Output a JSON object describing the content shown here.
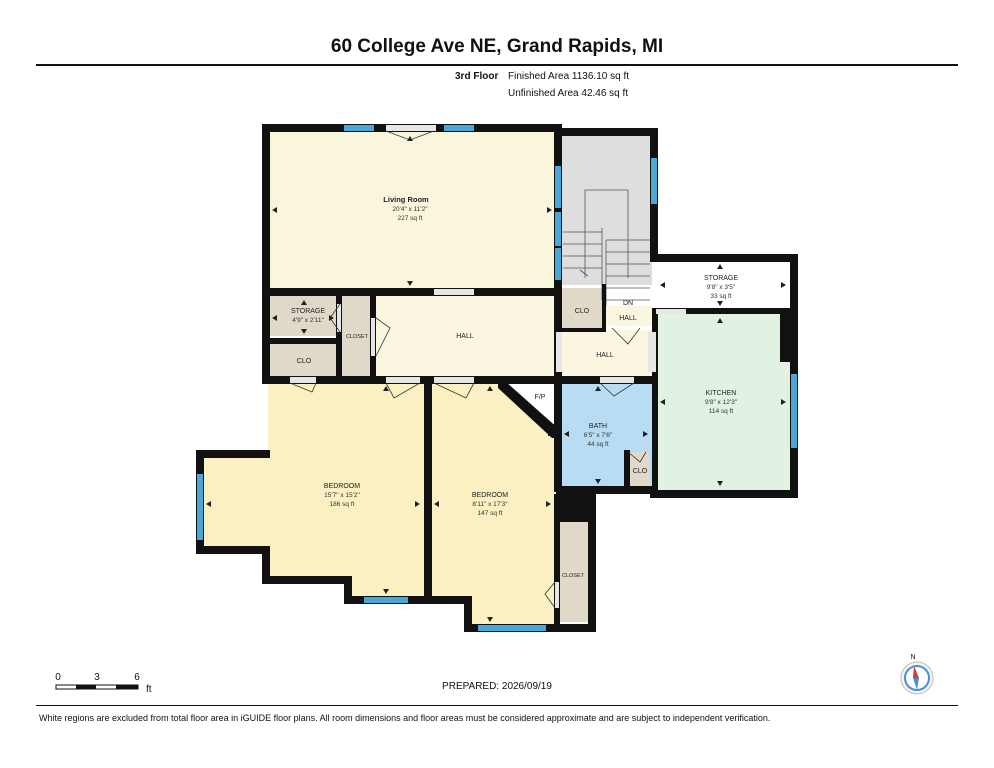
{
  "header": {
    "title": "60 College Ave NE, Grand Rapids, MI",
    "floor": "3rd Floor",
    "finished_area": "Finished Area 1136.10 sq ft",
    "unfinished_area": "Unfinished Area 42.46 sq ft"
  },
  "rooms": {
    "living_room": {
      "name": "Living Room",
      "dims": "20'4\" x 11'2\"",
      "area": "227 sq ft"
    },
    "storage_left": {
      "name": "STORAGE",
      "dims": "4'9\" x 2'11\""
    },
    "closet_left": {
      "name": "CLOSET"
    },
    "clo_left": {
      "name": "CLO"
    },
    "hall_main": {
      "name": "HALL"
    },
    "clo_stair": {
      "name": "CLO"
    },
    "dn": {
      "name": "DN"
    },
    "hall_small": {
      "name": "HALL"
    },
    "hall_right": {
      "name": "HALL"
    },
    "storage_right": {
      "name": "STORAGE",
      "dims": "9'8\" x 3'5\"",
      "area": "33 sq ft"
    },
    "kitchen": {
      "name": "KITCHEN",
      "dims": "9'8\" x 12'3\"",
      "area": "114 sq ft"
    },
    "fp": {
      "name": "F/P"
    },
    "bath": {
      "name": "BATH",
      "dims": "6'5\" x 7'6\"",
      "area": "44 sq ft"
    },
    "clo_bath": {
      "name": "CLO"
    },
    "bedroom1": {
      "name": "BEDROOM",
      "dims": "15'7\" x 15'2\"",
      "area": "186 sq ft"
    },
    "bedroom2": {
      "name": "BEDROOM",
      "dims": "8'11\" x 17'3\"",
      "area": "147 sq ft"
    },
    "closet_right": {
      "name": "CLOSET"
    }
  },
  "scale": {
    "labels": [
      "0",
      "3",
      "6"
    ],
    "unit": "ft"
  },
  "compass": {
    "label": "N"
  },
  "footer": {
    "prepared": "PREPARED: 2026/09/19",
    "disclaimer": "White regions are excluded from total floor area in iGUIDE floor plans. All room dimensions and floor areas must be considered approximate and are subject to independent verification."
  },
  "colors": {
    "wall": "#111111",
    "living": "#faf6dc",
    "storage": "#e0d8c8",
    "hall": "#faf6e0",
    "bedroom": "#faf0c2",
    "bath": "#b8dcf4",
    "kitchen": "#e2f2e2",
    "stair": "#dedede",
    "window": "#4aa8d8"
  }
}
